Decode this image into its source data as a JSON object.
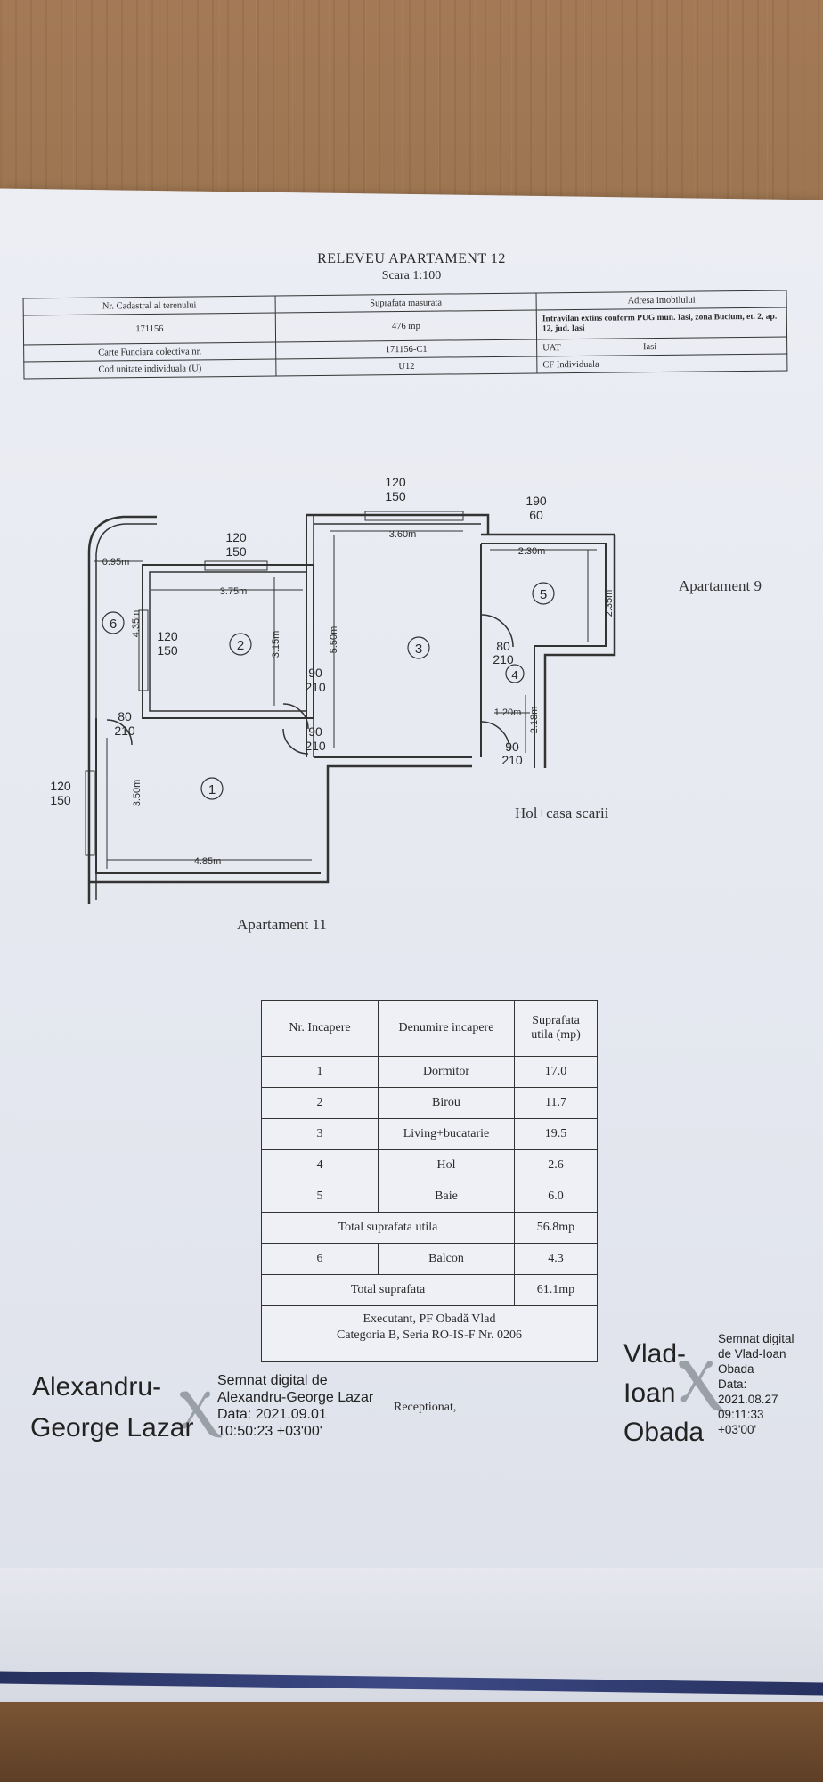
{
  "document": {
    "title": "RELEVEU APARTAMENT 12",
    "scale": "Scara 1:100"
  },
  "header_table": {
    "cadastral_label": "Nr. Cadastral al terenului",
    "cadastral_value": "171156",
    "area_label": "Suprafata masurata",
    "area_value": "476 mp",
    "address_label": "Adresa imobilului",
    "address_value": "Intravilan extins conform PUG mun. Iasi, zona Bucium, et. 2, ap. 12, jud. Iasi",
    "carte_label": "Carte Funciara colectiva nr.",
    "carte_value": "171156-C1",
    "uat_label": "UAT",
    "uat_value": "Iasi",
    "cod_label": "Cod unitate individuala (U)",
    "cod_value": "U12",
    "cf_value": "CF Individuala"
  },
  "floor_plan": {
    "dims": {
      "d_120_150_top": [
        "120",
        "150"
      ],
      "d_190_60": [
        "190",
        "60"
      ],
      "d_3_60": "3.60m",
      "d_2_30": "2.30m",
      "d_2_35": "2.35m",
      "d_0_95": "0.95m",
      "d_120_150_r2top": [
        "120",
        "150"
      ],
      "d_3_75": "3.75m",
      "d_4_35": "4.35m",
      "d_120_150_r2": [
        "120",
        "150"
      ],
      "d_3_15": "3.15m",
      "d_5_50": "5.50m",
      "d_80_210_hol": [
        "80",
        "210"
      ],
      "d_90_210_a": [
        "90",
        "210"
      ],
      "d_80_210_bal": [
        "80",
        "210"
      ],
      "d_90_210_b": [
        "90",
        "210"
      ],
      "d_1_20": "1.20m",
      "d_2_18": "2.18m",
      "d_90_210_c": [
        "90",
        "210"
      ],
      "d_120_150_left": [
        "120",
        "150"
      ],
      "d_3_50": "3.50m",
      "d_4_85": "4.85m"
    },
    "room_numbers": [
      "1",
      "2",
      "3",
      "4",
      "5",
      "6"
    ]
  },
  "labels": {
    "apartament_9": "Apartament 9",
    "hol_casa_scarii": "Hol+casa scarii",
    "apartament_11": "Apartament 11"
  },
  "rooms_table": {
    "headers": [
      "Nr. Incapere",
      "Denumire incapere",
      "Suprafata utila (mp)"
    ],
    "rows": [
      [
        "1",
        "Dormitor",
        "17.0"
      ],
      [
        "2",
        "Birou",
        "11.7"
      ],
      [
        "3",
        "Living+bucatarie",
        "19.5"
      ],
      [
        "4",
        "Hol",
        "2.6"
      ],
      [
        "5",
        "Baie",
        "6.0"
      ]
    ],
    "total_utila_label": "Total suprafata utila",
    "total_utila_value": "56.8mp",
    "balcon_row": [
      "6",
      "Balcon",
      "4.3"
    ],
    "total_label": "Total suprafata",
    "total_value": "61.1mp",
    "executant_line1": "Executant, PF Obadă Vlad",
    "executant_line2": "Categoria B, Seria RO-IS-F Nr. 0206",
    "receptionat": "Receptionat,"
  },
  "signatures": {
    "left_name_line1": "Alexandru-",
    "left_name_line2": "George Lazar",
    "left_detail": [
      "Semnat digital de",
      "Alexandru-George Lazar",
      "Data: 2021.09.01",
      "10:50:23 +03'00'"
    ],
    "right_name": [
      "Vlad-",
      "Ioan",
      "Obada"
    ],
    "right_detail": [
      "Semnat digital",
      "de Vlad-Ioan",
      "Obada",
      "Data:",
      "2021.08.27",
      "09:11:33",
      "+03'00'"
    ]
  }
}
